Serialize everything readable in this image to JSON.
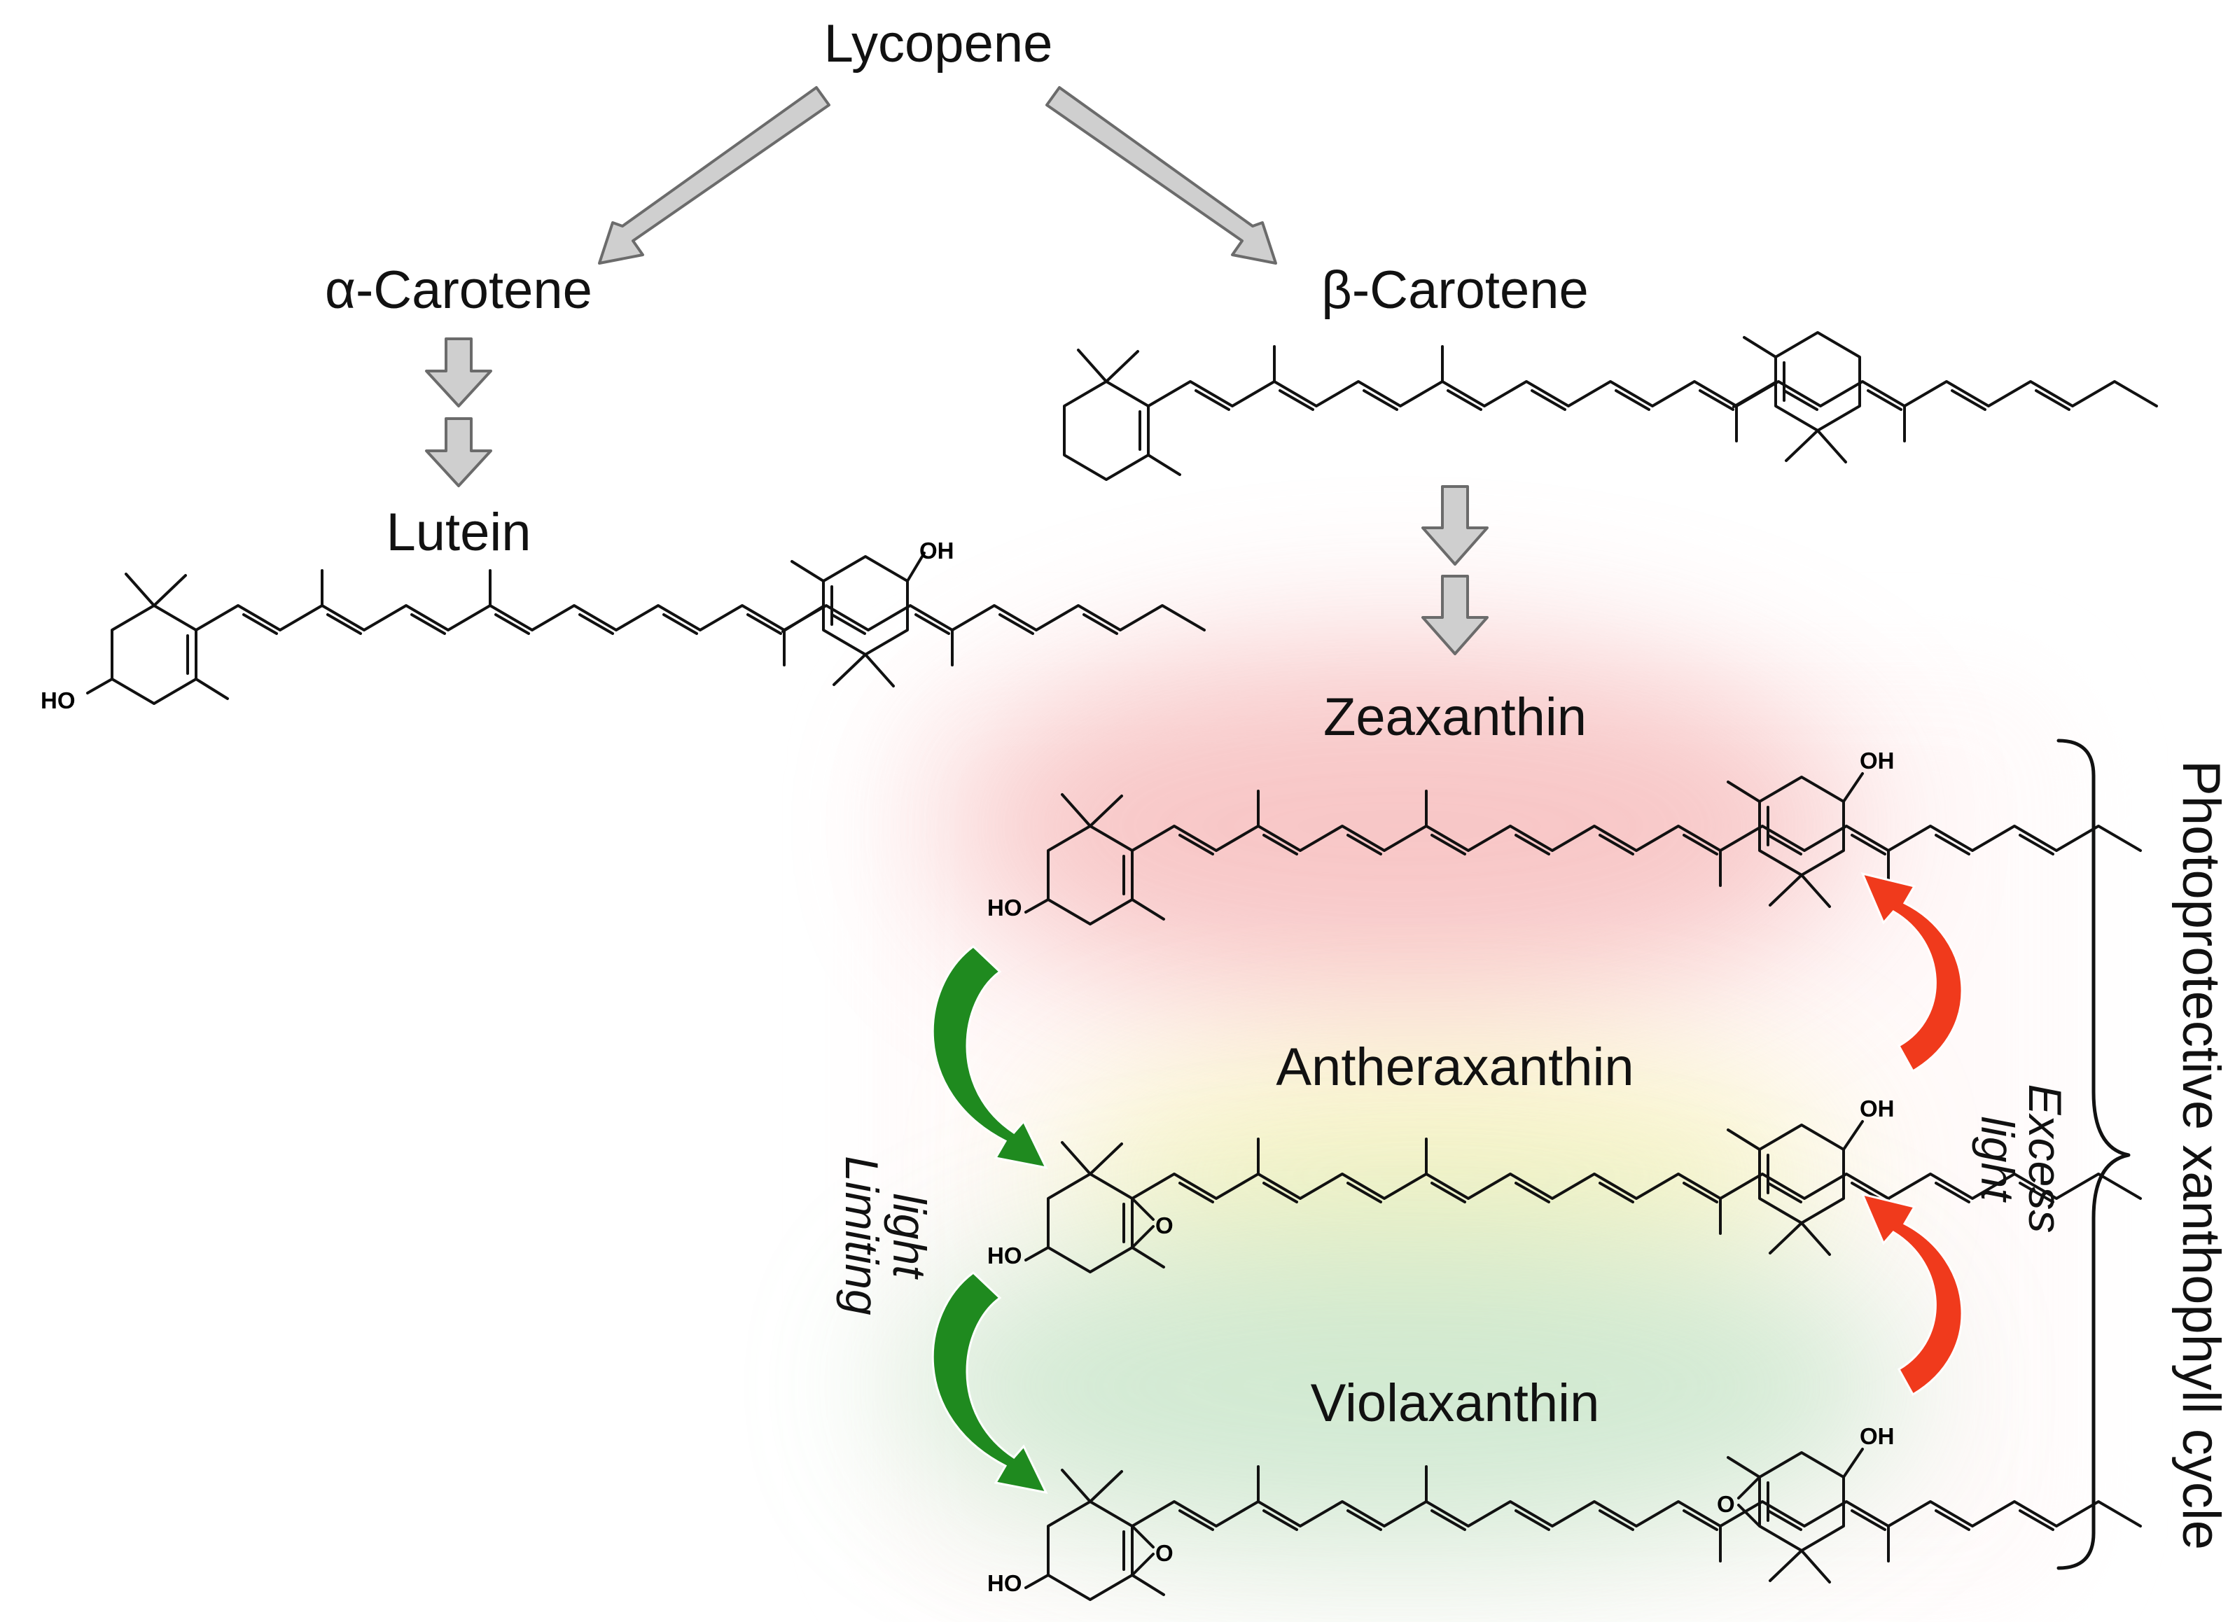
{
  "compounds": {
    "lycopene": "Lycopene",
    "alpha_carotene": "α-Carotene",
    "beta_carotene": "β-Carotene",
    "lutein": "Lutein",
    "zeaxanthin": "Zeaxanthin",
    "antheraxanthin": "Antheraxanthin",
    "violaxanthin": "Violaxanthin"
  },
  "conditions": {
    "limiting_light_line1": "Limiting",
    "limiting_light_line2": "light",
    "excess_light_line1": "Excess",
    "excess_light_line2": "light"
  },
  "cycle_label": "Photoprotective xanthophyll cycle",
  "atoms": {
    "oh": "OH",
    "ho": "HO",
    "o": "O"
  },
  "colors": {
    "forward_arrow": "#1f8a1f",
    "reverse_arrow": "#f03a1c",
    "pathway_arrow": "#cfcfcf",
    "glow_red": "#f5b6b6",
    "glow_yellow": "#f6f2b0",
    "glow_green": "#bfe3c3"
  }
}
